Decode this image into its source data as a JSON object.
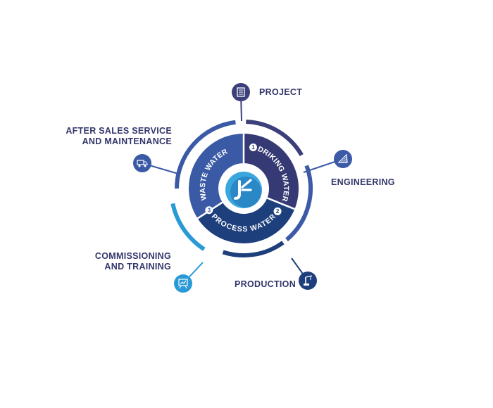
{
  "stages": [
    {
      "id": "project",
      "label_lines": [
        "PROJECT"
      ],
      "icon": "document-icon",
      "color": "#3b3f7a"
    },
    {
      "id": "engineering",
      "label_lines": [
        "ENGINEERING"
      ],
      "icon": "blueprint-icon",
      "color": "#3d5aa8"
    },
    {
      "id": "production",
      "label_lines": [
        "PRODUCTION"
      ],
      "icon": "crane-icon",
      "color": "#1d3f7c"
    },
    {
      "id": "commissioning",
      "label_lines": [
        "COMMISSIONING",
        "AND TRAINING"
      ],
      "icon": "training-chart-icon",
      "color": "#2a9ad6"
    },
    {
      "id": "after-sales",
      "label_lines": [
        "AFTER SALES SERVICE",
        "AND MAINTENANCE"
      ],
      "icon": "service-truck-icon",
      "color": "#3a5aa6"
    }
  ],
  "segments": [
    {
      "id": "driking-water",
      "number": "1",
      "label": "DRIKING WATER",
      "color": "#363a74"
    },
    {
      "id": "process-water",
      "number": "2",
      "label": "PROCESS WATER",
      "color": "#1d3f7c"
    },
    {
      "id": "waste-water",
      "number": "3",
      "label": "WASTE WATER",
      "color": "#3a5aa6"
    }
  ],
  "colors": {
    "label_text": "#33366b",
    "logo_ring": "#ffffff",
    "logo_fill": "#3aa6de"
  }
}
